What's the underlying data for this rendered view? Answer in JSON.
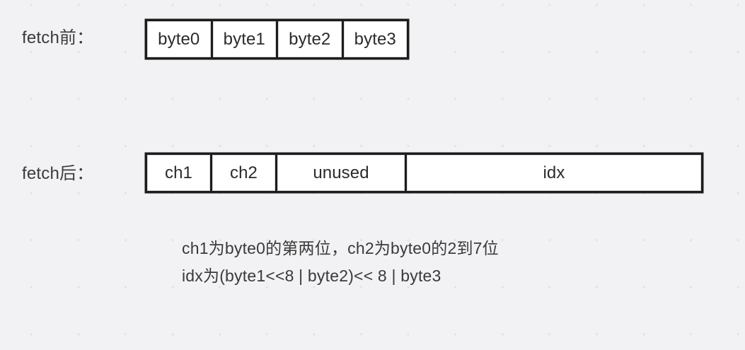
{
  "diagram": {
    "background_color": "#f2f2f4",
    "dot_color": "#e2e2e5",
    "border_color": "#1c1c1c",
    "cell_fill": "#ffffff",
    "text_color": "#3a3a3a",
    "rows": [
      {
        "label": "fetch前：",
        "cells": [
          {
            "text": "byte0"
          },
          {
            "text": "byte1"
          },
          {
            "text": "byte2"
          },
          {
            "text": "byte3"
          }
        ]
      },
      {
        "label": "fetch后：",
        "cells": [
          {
            "text": "ch1"
          },
          {
            "text": "ch2"
          },
          {
            "text": "unused"
          },
          {
            "text": "idx"
          }
        ]
      }
    ],
    "notes": [
      "ch1为byte0的第两位，ch2为byte0的2到7位",
      "idx为(byte1<<8 | byte2)<< 8 | byte3"
    ]
  }
}
